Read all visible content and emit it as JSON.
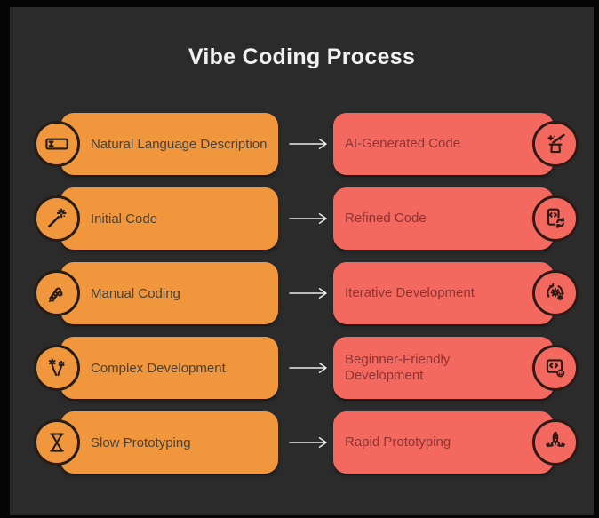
{
  "title": "Vibe Coding Process",
  "colors": {
    "frame": "#050505",
    "background": "#2B2B2B",
    "title_text": "#F2F2F2",
    "left_box_fill": "#F0963C",
    "left_box_text": "#4A4236",
    "right_box_fill": "#F4695F",
    "right_box_text": "#8E3333",
    "icon_ink_left": "#241C15",
    "icon_ink_right": "#2B1A16",
    "arrow": "#ECECEC"
  },
  "rows": [
    {
      "left": {
        "label": "Natural Language Description",
        "icon": "text-input-icon"
      },
      "arrow_icon": "right-arrow-icon",
      "right": {
        "label": "AI-Generated Code",
        "icon": "magic-hat-icon"
      }
    },
    {
      "left": {
        "label": "Initial Code",
        "icon": "magic-wand-icon"
      },
      "arrow_icon": "right-arrow-icon",
      "right": {
        "label": "Refined Code",
        "icon": "code-refresh-icon"
      }
    },
    {
      "left": {
        "label": "Manual Coding",
        "icon": "hand-writing-icon"
      },
      "arrow_icon": "right-arrow-icon",
      "right": {
        "label": "Iterative Development",
        "icon": "gear-cycle-icon"
      }
    },
    {
      "left": {
        "label": "Complex Development",
        "icon": "flowers-icon"
      },
      "arrow_icon": "right-arrow-icon",
      "right": {
        "label": "Beginner-Friendly Development",
        "icon": "code-smiley-icon"
      }
    },
    {
      "left": {
        "label": "Slow Prototyping",
        "icon": "hourglass-icon"
      },
      "arrow_icon": "right-arrow-icon",
      "right": {
        "label": "Rapid Prototyping",
        "icon": "rocket-launch-icon"
      }
    }
  ]
}
